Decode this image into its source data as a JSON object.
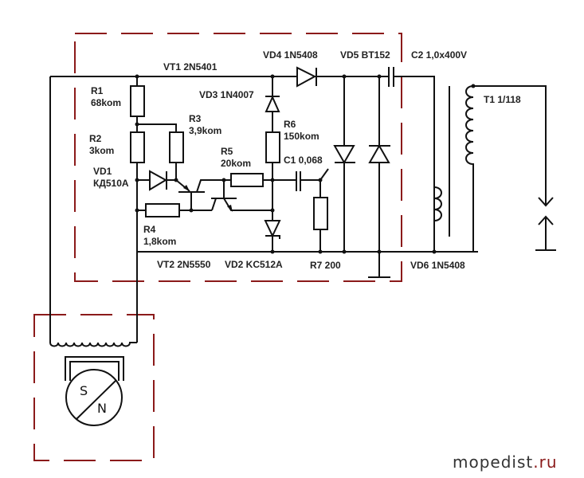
{
  "diagram": {
    "type": "electrical-schematic",
    "title": "CDI ignition circuit",
    "labels": {
      "vt1": "VT1 2N5401",
      "vd4": "VD4 1N5408",
      "vd5": "VD5 BT152",
      "c2": "C2 1,0x400V",
      "r1_name": "R1",
      "r1_value": "68kom",
      "vd3": "VD3 1N4007",
      "r3_name": "R3",
      "r3_value": "3,9kom",
      "r2_name": "R2",
      "r2_value": "3kom",
      "r6_name": "R6",
      "r6_value": "150kom",
      "t1": "T1  1/118",
      "r5_name": "R5",
      "r5_value": "20kom",
      "c1": "C1 0,068",
      "vd1_name": "VD1",
      "vd1_value": "КД510А",
      "r4_name": "R4",
      "r4_value": "1,8kom",
      "vt2": "VT2 2N5550",
      "vd2": "VD2 KC512A",
      "r7": "R7 200",
      "vd6": "VD6 1N5408",
      "magnet_s": "S",
      "magnet_n": "N"
    },
    "watermark": "mopedist.ru",
    "colors": {
      "wire": "#111111",
      "dashed_box": "#8b1a1a"
    }
  }
}
